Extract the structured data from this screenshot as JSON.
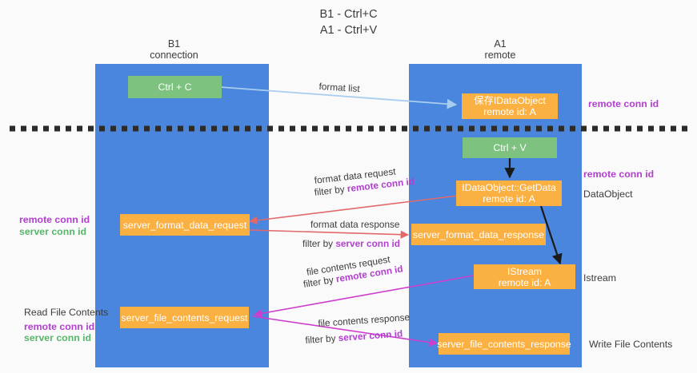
{
  "title": "B1 - Ctrl+C\nA1 - Ctrl+V",
  "lanes": [
    {
      "id": "b1",
      "title": "B1\nconnection"
    },
    {
      "id": "a1",
      "title": "A1\nremote"
    }
  ],
  "nodes": {
    "ctrl_c": {
      "line1": "Ctrl + C",
      "line2": ""
    },
    "save_idataobject": {
      "line1": "保存IDataObject",
      "line2": "remote id: A"
    },
    "ctrl_v": {
      "line1": "Ctrl + V",
      "line2": ""
    },
    "idataobject_getdata": {
      "line1": "IDataObject::GetData",
      "line2": "remote id: A"
    },
    "server_format_data_request": {
      "line1": "server_format_data_request",
      "line2": ""
    },
    "server_format_data_response": {
      "line1": "server_format_data_response",
      "line2": ""
    },
    "istream": {
      "line1": "IStream",
      "line2": "remote id: A"
    },
    "server_file_contents_request": {
      "line1": "server_file_contents_request",
      "line2": ""
    },
    "server_file_contents_response": {
      "line1": "server_file_contents_response",
      "line2": ""
    }
  },
  "edge_labels": {
    "format_list": "format list",
    "format_data_request": "format data request",
    "format_data_request_filter_prefix": "filter by ",
    "format_data_request_filter_value": "remote conn id",
    "format_data_response": "format data response",
    "format_data_response_filter_prefix": "filter by ",
    "format_data_response_filter_value": "server conn id",
    "file_contents_request": "file contents request",
    "file_contents_request_filter_prefix": "filter by ",
    "file_contents_request_filter_value": "remote conn id",
    "file_contents_response": "file contents response",
    "file_contents_response_filter_prefix": "filter by ",
    "file_contents_response_filter_value": "server conn id"
  },
  "side_labels": {
    "right_remote_conn_id_top": "remote conn id",
    "right_remote_conn_id_mid": "remote conn id",
    "right_dataobject": "DataObject",
    "right_istream": "Istream",
    "right_write_file_contents": "Write File Contents",
    "left_remote_conn_id": "remote conn id",
    "left_server_conn_id": "server conn id",
    "left_read_file_contents": "Read File Contents",
    "left_remote_conn_id_2": "remote conn id",
    "left_server_conn_id_2": "server conn id"
  },
  "colors": {
    "lane": "#4a86dd",
    "green_node": "#7dc37f",
    "orange_node": "#fbb042",
    "purple_text": "#b23fd0",
    "green_text": "#57b66a",
    "arrow_light_blue": "#a8cdee",
    "arrow_red": "#e2686a",
    "arrow_magenta": "#cc3fcc",
    "arrow_black": "#1a1a1a",
    "divider_dashed": "#2b2b2b",
    "background": "#fafafa"
  }
}
